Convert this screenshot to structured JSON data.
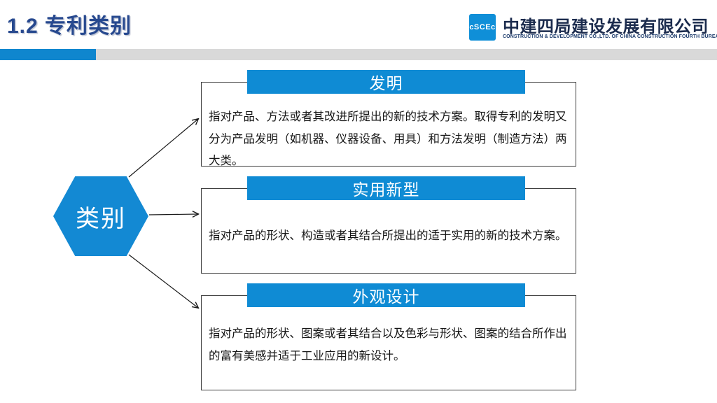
{
  "header": {
    "title": "1.2 专利类别",
    "logo_mark": "cSCEc",
    "company_cn": "中建四局建设发展有限公司",
    "company_en": "CONSTRUCTION & DEVELOPMENT CO.,LTD. OF CHINA CONSTRUCTION FOURTH BUREAU"
  },
  "diagram": {
    "hexagon_label": "类别",
    "cards": [
      {
        "title": "发明",
        "body": "指对产品、方法或者其改进所提出的新的技术方案。取得专利的发明又分为产品发明（如机器、仪器设备、用具）和方法发明（制造方法）两大类。"
      },
      {
        "title": "实用新型",
        "body": "指对产品的形状、构造或者其结合所提出的适于实用的新的技术方案。"
      },
      {
        "title": "外观设计",
        "body": "指对产品的形状、图案或者其结合以及色彩与形状、图案的结合所作出的富有美感并适于工业应用的新设计。"
      }
    ]
  },
  "colors": {
    "accent_blue": "#0F8BD4",
    "hexagon_blue": "#1389D3",
    "title_navy": "#27498F",
    "divider_gray": "#D9D9D9",
    "box_border": "#3D3D3D"
  }
}
